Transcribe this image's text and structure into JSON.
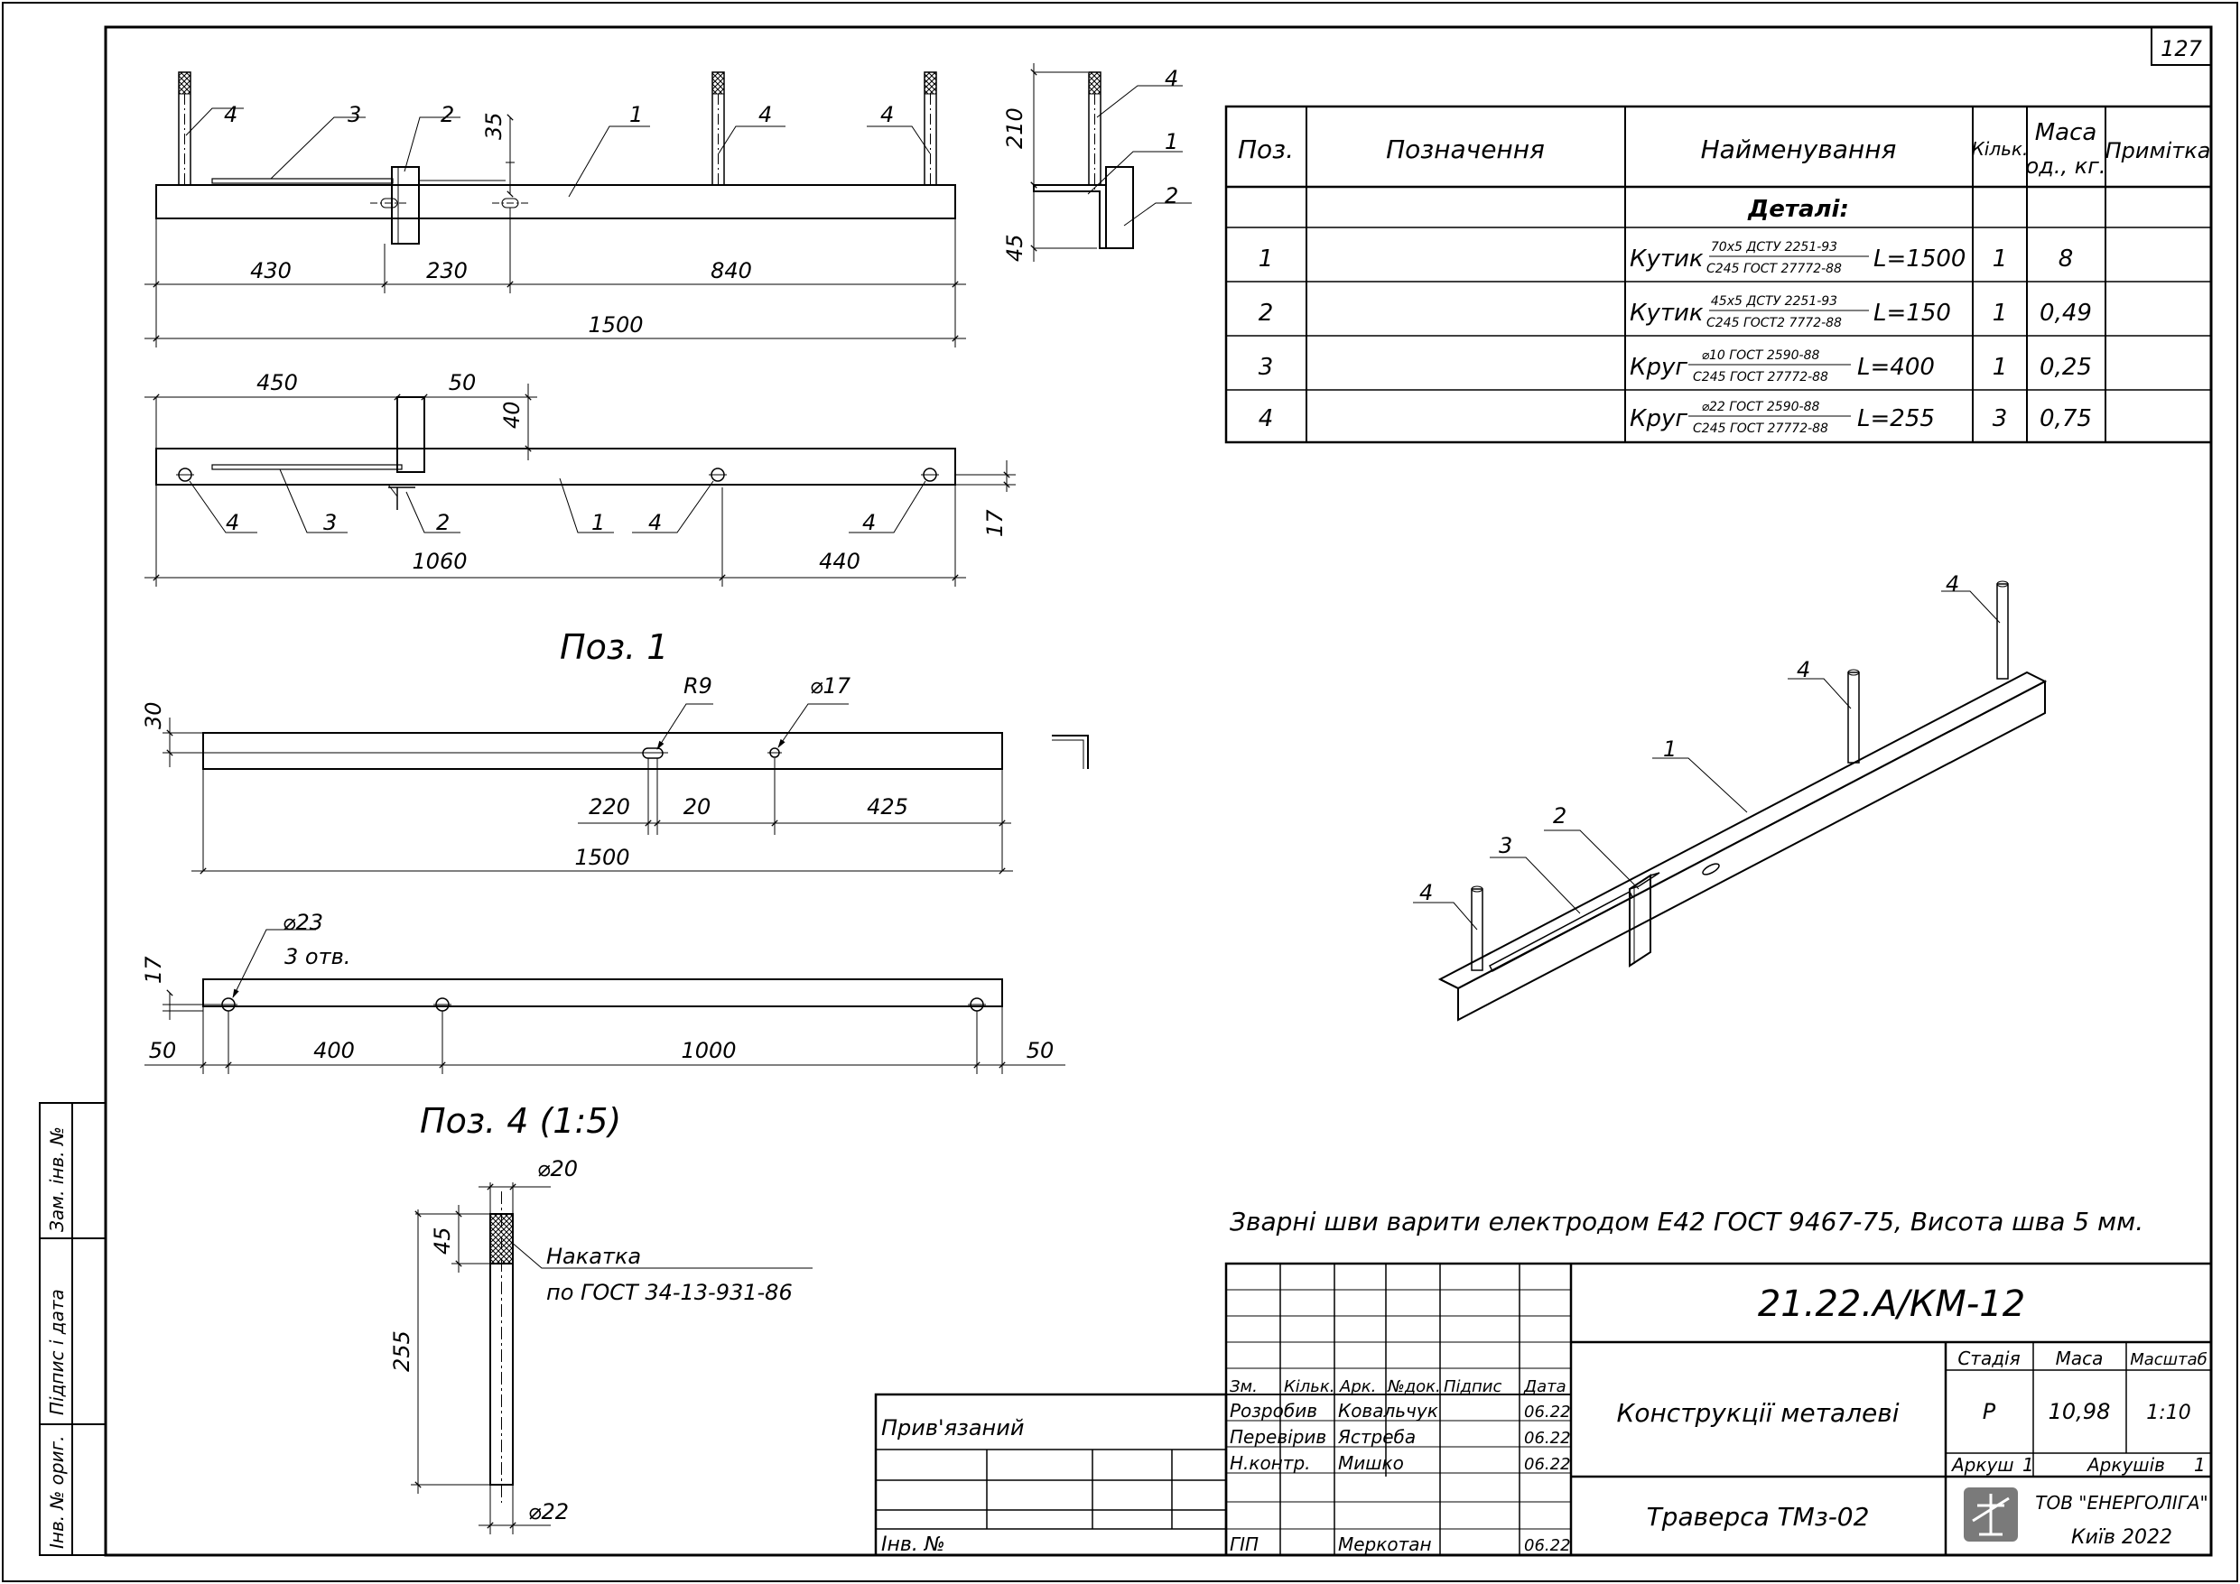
{
  "sheet": {
    "number": "127"
  },
  "views": {
    "top_view": {
      "pos_labels": [
        "4",
        "3",
        "2",
        "1",
        "4",
        "4"
      ],
      "dims": {
        "d35": "35",
        "d430": "430",
        "d230": "230",
        "d840": "840",
        "d1500": "1500"
      }
    },
    "side_view": {
      "pos_labels": [
        "4",
        "1",
        "2"
      ],
      "dims": {
        "d210": "210",
        "d45": "45"
      }
    },
    "plan_view": {
      "pos_labels": [
        "4",
        "3",
        "2",
        "1",
        "4",
        "4"
      ],
      "dims": {
        "d450": "450",
        "d50": "50",
        "d40": "40",
        "d17": "17",
        "d1060": "1060",
        "d440": "440"
      }
    },
    "pos1": {
      "title": "Поз. 1",
      "dims": {
        "d30": "30",
        "r9": "R9",
        "dia17": "⌀17",
        "d220": "220",
        "d20": "20",
        "d425": "425",
        "d1500": "1500"
      }
    },
    "pos1_holes": {
      "dims": {
        "dia23": "⌀23",
        "holes": "3 отв.",
        "d17": "17",
        "d50a": "50",
        "d400": "400",
        "d1000": "1000",
        "d50b": "50"
      }
    },
    "pos4": {
      "title": "Поз. 4 (1:5)",
      "dims": {
        "dia20": "⌀20",
        "d45": "45",
        "d255": "255",
        "dia22": "⌀22"
      },
      "note1": "Накатка",
      "note2": "по ГОСТ 34-13-931-86"
    },
    "iso": {
      "pos_labels": [
        "4",
        "4",
        "1",
        "2",
        "3",
        "4"
      ]
    }
  },
  "spec_table": {
    "headers": {
      "pos": "Поз.",
      "designation": "Позначення",
      "name": "Найменування",
      "qty": "Кільк.",
      "mass1": "Маса",
      "mass2": "од., кг.",
      "note": "Примітка"
    },
    "section": "Деталі:",
    "rows": [
      {
        "pos": "1",
        "name": "Кутик",
        "num": "70x5 ДСТУ 2251-93",
        "den": "С245 ГОСТ 27772-88",
        "len": "L=1500",
        "qty": "1",
        "mass": "8"
      },
      {
        "pos": "2",
        "name": "Кутик",
        "num": "45x5 ДСТУ 2251-93",
        "den": "С245 ГОСТ2 7772-88",
        "len": "L=150",
        "qty": "1",
        "mass": "0,49"
      },
      {
        "pos": "3",
        "name": "Круг",
        "num": "⌀10 ГОСТ 2590-88",
        "den": "С245 ГОСТ 27772-88",
        "len": "L=400",
        "qty": "1",
        "mass": "0,25"
      },
      {
        "pos": "4",
        "name": "Круг",
        "num": "⌀22 ГОСТ 2590-88",
        "den": "С245 ГОСТ 27772-88",
        "len": "L=255",
        "qty": "3",
        "mass": "0,75"
      }
    ]
  },
  "weld_note": "Зварні шви варити електродом Е42 ГОСТ 9467-75, Висота шва 5 мм.",
  "title_block": {
    "code": "21.22.А/КМ-12",
    "cols": {
      "zm": "Зм.",
      "kilk": "Кільк.",
      "ark": "Арк.",
      "ndok": "№док.",
      "pidpys": "Підпис",
      "data": "Дата"
    },
    "people": [
      {
        "role": "Розробив",
        "name": "Ковальчук",
        "date": "06.22"
      },
      {
        "role": "Перевірив",
        "name": "Ястреба",
        "date": "06.22"
      },
      {
        "role": "Н.контр.",
        "name": "Мишко",
        "date": "06.22"
      },
      {
        "role": "ГІП",
        "name": "Меркотан",
        "date": "06.22"
      }
    ],
    "section_name": "Конструкції металеві",
    "drawing_name": "Траверса ТМз-02",
    "stage_label": "Стадія",
    "stage": "Р",
    "mass_label": "Маса",
    "mass": "10,98",
    "scale_label": "Масштаб",
    "scale": "1:10",
    "sheet_label": "Аркуш",
    "sheet": "1",
    "sheets_label": "Аркушів",
    "sheets": "1",
    "company": "ТОВ \"ЕНЕРГОЛІГА\"",
    "city": "Київ 2022"
  },
  "bound": {
    "label": "Прив'язаний",
    "inv": "Інв. №"
  },
  "side_stamp": {
    "zam": "Зам. інв. №",
    "pidpys": "Підпис і дата",
    "inv": "Інв. № ориг."
  }
}
